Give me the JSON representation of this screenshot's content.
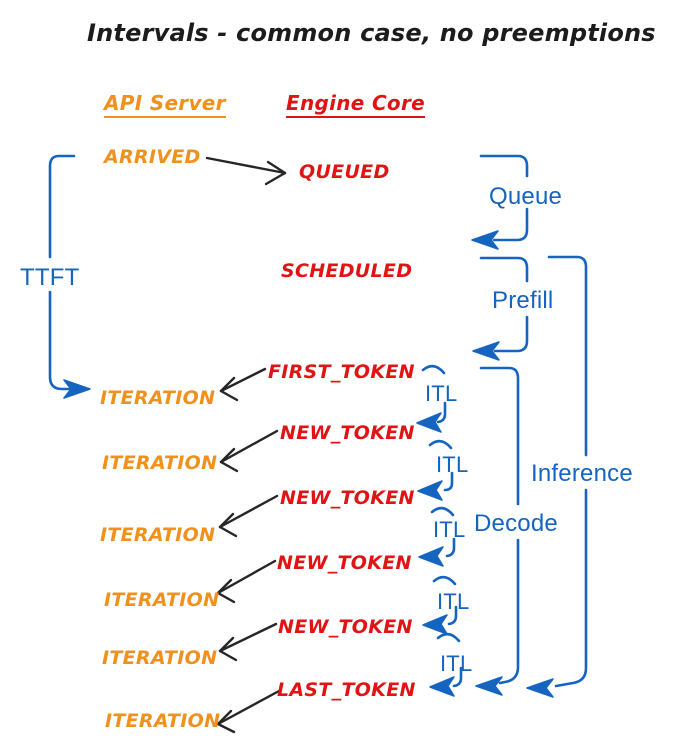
{
  "title": "Intervals - common case, no preemptions",
  "headers": {
    "api_server": "API Server",
    "engine_core": "Engine Core"
  },
  "api": {
    "arrived": "ARRIVED",
    "iterations": [
      "ITERATION",
      "ITERATION",
      "ITERATION",
      "ITERATION",
      "ITERATION",
      "ITERATION"
    ]
  },
  "engine": {
    "queued": "QUEUED",
    "scheduled": "SCHEDULED",
    "tokens": [
      "FIRST_TOKEN",
      "NEW_TOKEN",
      "NEW_TOKEN",
      "NEW_TOKEN",
      "NEW_TOKEN",
      "LAST_TOKEN"
    ]
  },
  "intervals": {
    "ttft": "TTFT",
    "queue": "Queue",
    "prefill": "Prefill",
    "itl": [
      "ITL",
      "ITL",
      "ITL",
      "ITL",
      "ITL"
    ],
    "decode": "Decode",
    "inference": "Inference"
  },
  "colors": {
    "api_orange": "#F0911E",
    "engine_red": "#E01414",
    "interval_blue": "#1565C0",
    "arrow_black": "#262626",
    "background": "#FFFFFF"
  }
}
